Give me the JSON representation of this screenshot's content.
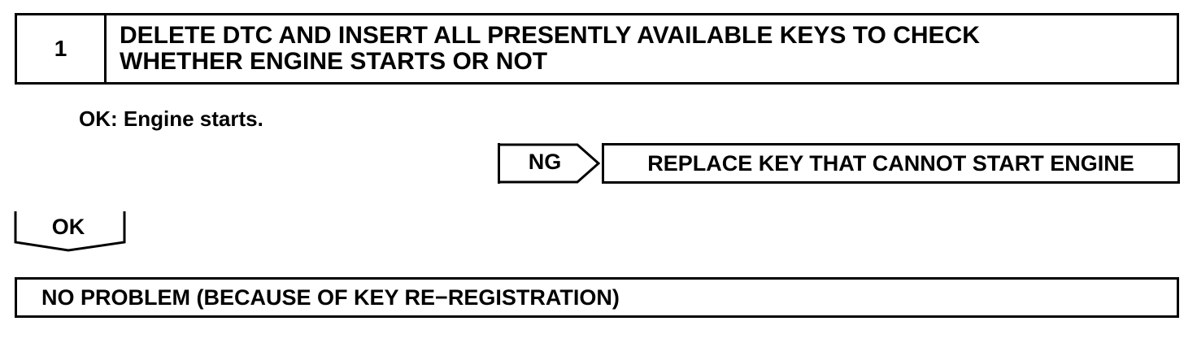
{
  "step": {
    "number": "1",
    "title": "DELETE DTC AND INSERT ALL PRESENTLY AVAILABLE KEYS TO CHECK\nWHETHER ENGINE STARTS OR NOT"
  },
  "ok_condition": "OK: Engine starts.",
  "ng_branch": {
    "label": "NG",
    "result": "REPLACE KEY THAT CANNOT START ENGINE"
  },
  "ok_branch": {
    "label": "OK"
  },
  "final_result": "NO PROBLEM (BECAUSE OF KEY RE−REGISTRATION)"
}
